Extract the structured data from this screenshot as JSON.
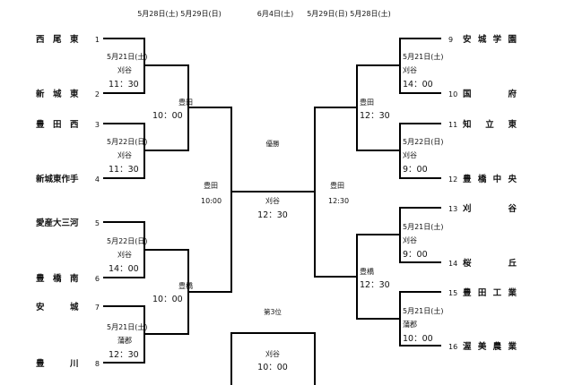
{
  "header": {
    "left_dates": "5月28日(土)  5月29日(日)",
    "center_date": "6月4日(土)",
    "right_dates": "5月29日(日)  5月28日(土)"
  },
  "teams_left": [
    {
      "name": "西　尾　東",
      "seed": "1"
    },
    {
      "name": "新　城　東",
      "seed": "2"
    },
    {
      "name": "豊　田　西",
      "seed": "3"
    },
    {
      "name": "新城東作手",
      "seed": "4"
    },
    {
      "name": "愛産大三河",
      "seed": "5"
    },
    {
      "name": "豊　橋　南",
      "seed": "6"
    },
    {
      "name": "安　　　城",
      "seed": "7"
    },
    {
      "name": "豊　　　川",
      "seed": "8"
    }
  ],
  "teams_right": [
    {
      "name": "安城学園",
      "seed": "9"
    },
    {
      "name": "国　　　府",
      "seed": "10"
    },
    {
      "name": "知　立　東",
      "seed": "11"
    },
    {
      "name": "豊橋中央",
      "seed": "12"
    },
    {
      "name": "刈　　　谷",
      "seed": "13"
    },
    {
      "name": "桜　　　丘",
      "seed": "14"
    },
    {
      "name": "豊田工業",
      "seed": "15"
    },
    {
      "name": "渥美農業",
      "seed": "16"
    }
  ],
  "r1_left": [
    {
      "date": "5月21日(土)",
      "venue": "刈谷",
      "time": "11：30"
    },
    {
      "date": "5月22日(日)",
      "venue": "刈谷",
      "time": "11：30"
    },
    {
      "date": "5月22日(日)",
      "venue": "刈谷",
      "time": "14：00"
    },
    {
      "date": "5月21日(土)",
      "venue": "蒲郡",
      "time": "12：30"
    }
  ],
  "r1_right": [
    {
      "date": "5月21日(土)",
      "venue": "刈谷",
      "time": "14：00"
    },
    {
      "date": "5月22日(日)",
      "venue": "刈谷",
      "time": "9：00"
    },
    {
      "date": "5月21日(土)",
      "venue": "刈谷",
      "time": "9：00"
    },
    {
      "date": "5月21日(土)",
      "venue": "蒲郡",
      "time": "10：00"
    }
  ],
  "r2_left": [
    {
      "venue": "豊田",
      "time": "10：00"
    },
    {
      "venue": "豊橋",
      "time": "10：00"
    }
  ],
  "r2_right": [
    {
      "venue": "豊田",
      "time": "12：30"
    },
    {
      "venue": "豊橋",
      "time": "12：30"
    }
  ],
  "semis": {
    "left": {
      "venue": "豊田",
      "time": "10:00"
    },
    "right": {
      "venue": "豊田",
      "time": "12:30"
    }
  },
  "final": {
    "label": "優勝",
    "venue": "刈谷",
    "time": "12：30"
  },
  "third_place": {
    "label": "第3位",
    "venue": "刈谷",
    "time": "10：00"
  }
}
